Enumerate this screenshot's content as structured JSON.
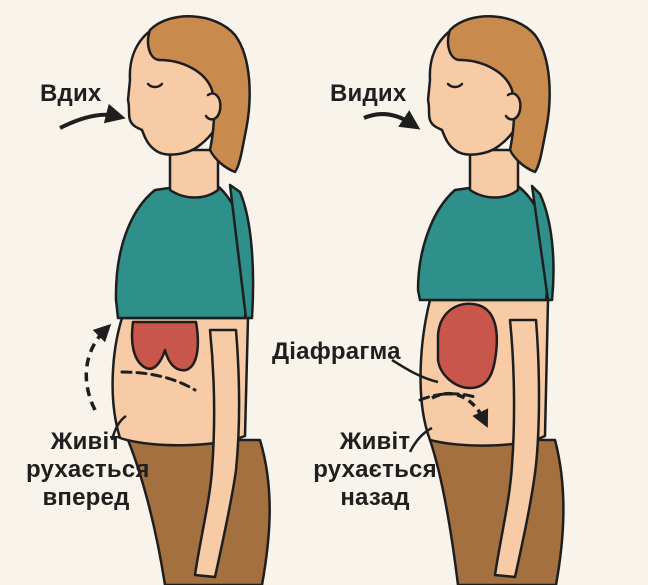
{
  "left_panel": {
    "breath_label": "Вдих",
    "belly_caption": [
      "Живіт",
      "рухається",
      "вперед"
    ]
  },
  "right_panel": {
    "breath_label": "Видих",
    "diaphragm_label": "Діафрагма",
    "belly_caption": [
      "Живіт",
      "рухається",
      "назад"
    ]
  },
  "colors": {
    "background": "#f8f4ec",
    "skin": "#f6cba6",
    "hair": "#c98a4e",
    "top": "#2f8f8a",
    "pants": "#a5703f",
    "diaphragm": "#c9564a",
    "outline": "#1e1e1e"
  }
}
